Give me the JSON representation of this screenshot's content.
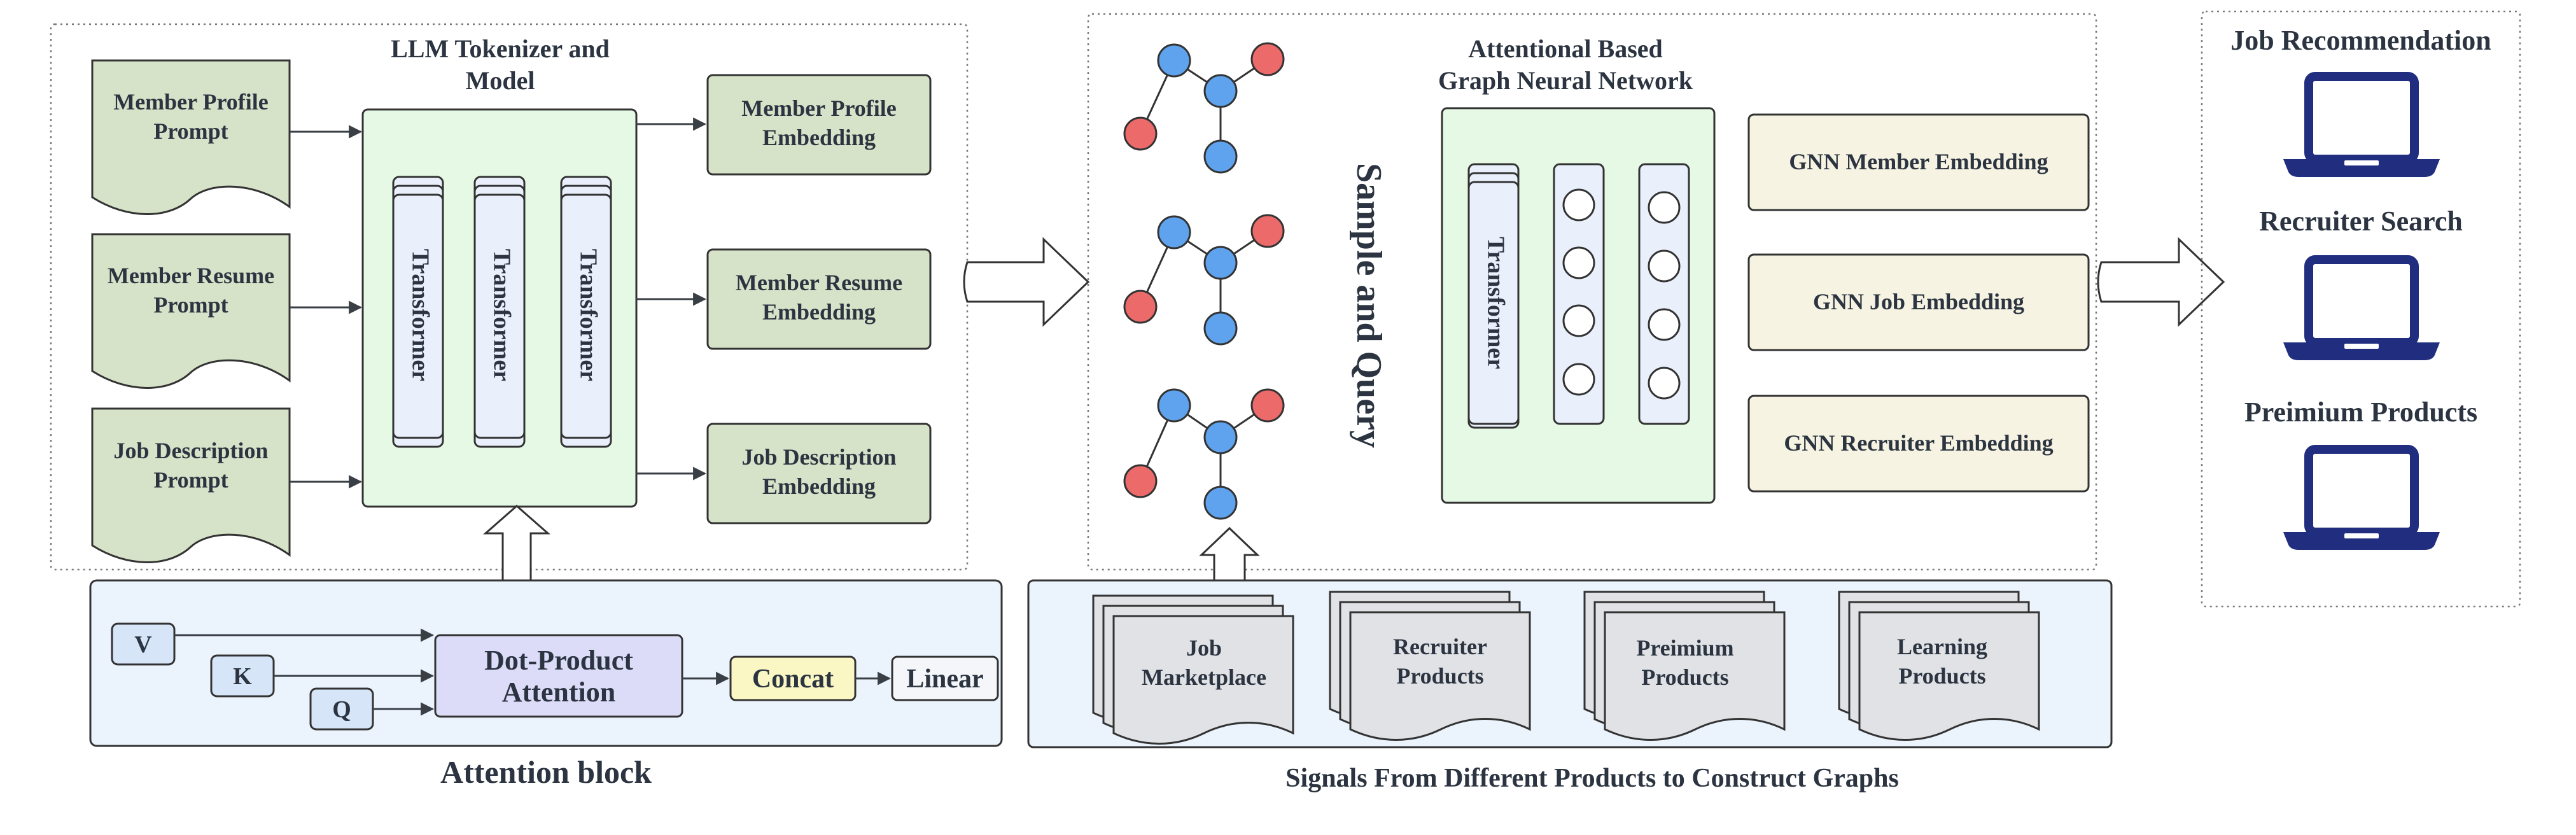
{
  "colors": {
    "prompt_fill": "#d7e3c8",
    "embed_fill": "#d7e3c8",
    "model_fill": "#e6f9e4",
    "transformer_fill": "#e9f0fb",
    "gnn_embed_fill": "#f6f3e2",
    "attention_bg": "#ebf3fc",
    "dot_product_fill": "#dcdcf8",
    "concat_fill": "#fbf7c4",
    "linear_fill": "#f4f6f9",
    "product_fill": "#e0e2e6",
    "node_red": "#ec6a6a",
    "node_blue": "#5fa3ee",
    "laptop_blue": "#212e80"
  },
  "llm": {
    "title_line1": "LLM Tokenizer and",
    "title_line2": "Model",
    "transformer_label": "Transformer",
    "prompts": [
      {
        "line1": "Member Profile",
        "line2": "Prompt"
      },
      {
        "line1": "Member Resume",
        "line2": "Prompt"
      },
      {
        "line1": "Job Description",
        "line2": "Prompt"
      }
    ],
    "embeddings": [
      {
        "line1": "Member Profile",
        "line2": "Embedding"
      },
      {
        "line1": "Member Resume",
        "line2": "Embedding"
      },
      {
        "line1": "Job Description",
        "line2": "Embedding"
      }
    ]
  },
  "attention": {
    "caption": "Attention block",
    "v": "V",
    "k": "K",
    "q": "Q",
    "dot_line1": "Dot-Product",
    "dot_line2": "Attention",
    "concat": "Concat",
    "linear": "Linear"
  },
  "gnn": {
    "sample_query": "Sample and Query",
    "title_line1": "Attentional Based",
    "title_line2": "Graph Neural Network",
    "transformer_label": "Transformer",
    "embeddings": [
      "GNN Member Embedding",
      "GNN Job Embedding",
      "GNN Recruiter Embedding"
    ]
  },
  "signals": {
    "caption": "Signals From Different Products to Construct Graphs",
    "products": [
      {
        "line1": "Job",
        "line2": "Marketplace"
      },
      {
        "line1": "Recruiter",
        "line2": "Products"
      },
      {
        "line1": "Preimium",
        "line2": "Products"
      },
      {
        "line1": "Learning",
        "line2": "Products"
      }
    ]
  },
  "applications": {
    "items": [
      "Job Recommendation",
      "Recruiter Search",
      "Preimium Products"
    ]
  }
}
